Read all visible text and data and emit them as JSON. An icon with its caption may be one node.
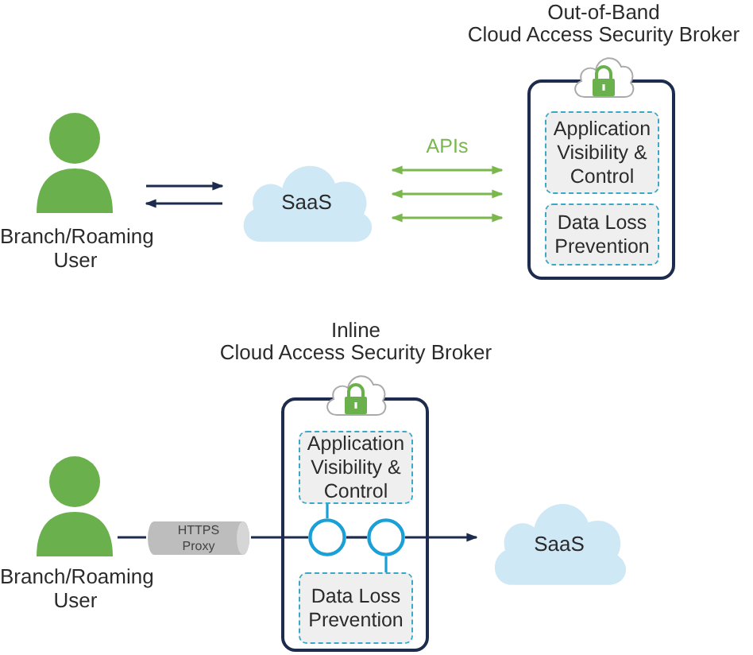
{
  "diagram": {
    "nodes": [
      {
        "text": [],
        "shape": "person",
        "beside": [
          "Branch/Roaming User"
        ]
      },
      {
        "text": [
          "SaaS"
        ]
      },
      {
        "text": [
          "Out-of-Band",
          "Cloud Access Security Broker"
        ]
      },
      {
        "text": [
          "Application Visibility & Control"
        ],
        "in": 2
      },
      {
        "text": [
          "Data Loss Prevention"
        ],
        "in": 2
      },
      {
        "text": [],
        "shape": "person",
        "beside": [
          "Branch/Roaming User"
        ]
      },
      {
        "text": [
          "HTTPS Proxy"
        ]
      },
      {
        "text": [
          "Inline",
          "Cloud Access Security Broker"
        ]
      },
      {
        "text": [
          "Application Visibility & Control"
        ],
        "in": 7
      },
      {
        "text": [
          "Data Loss Prevention"
        ],
        "in": 7
      },
      {
        "text": [],
        "shape": "circle",
        "in": 7
      },
      {
        "text": [],
        "shape": "circle",
        "in": 7
      },
      {
        "text": [
          "SaaS"
        ]
      }
    ],
    "edges": [
      {
        "from": 0,
        "to": 1,
        "arrow": "to"
      },
      {
        "from": 1,
        "to": 0,
        "arrow": "to"
      },
      {
        "from": 1,
        "to": 2,
        "arrow": "both",
        "label": "APIs",
        "color": "#7ab84e"
      },
      {
        "from": 1,
        "to": 2,
        "arrow": "both",
        "color": "#7ab84e"
      },
      {
        "from": 1,
        "to": 2,
        "arrow": "both",
        "color": "#7ab84e"
      },
      {
        "from": 5,
        "to": 6,
        "arrow": "none"
      },
      {
        "from": 6,
        "to": 10,
        "arrow": "none"
      },
      {
        "from": 10,
        "to": 11,
        "arrow": "none"
      },
      {
        "from": 11,
        "to": 12,
        "arrow": "to"
      },
      {
        "from": 8,
        "to": 10,
        "arrow": "none",
        "color": "#1a9fd6"
      },
      {
        "from": 11,
        "to": 9,
        "arrow": "none",
        "color": "#1a9fd6"
      }
    ]
  }
}
